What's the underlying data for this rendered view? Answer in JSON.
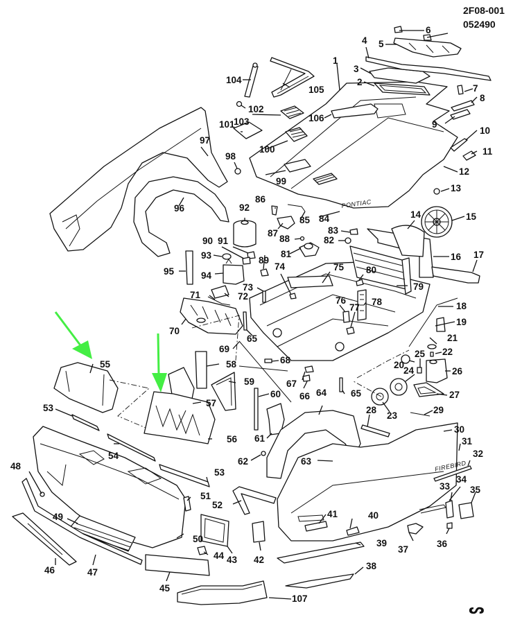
{
  "header": {
    "illustration_code": "2F08-001",
    "date_code": "052490"
  },
  "emblems": {
    "hood_script": "PONTIAC",
    "fender_script": "FIREBIRD"
  },
  "footer_logo": "ᔕ",
  "annotation_colors": {
    "arrow": "#44ee44",
    "linework": "#111111",
    "background": "#ffffff"
  },
  "annotations": [
    {
      "type": "arrow",
      "color": "green",
      "points_to": "55"
    },
    {
      "type": "arrow",
      "color": "green",
      "points_to": "56"
    }
  ],
  "callouts": {
    "c1": "1",
    "c2": "2",
    "c3": "3",
    "c4": "4",
    "c5": "5",
    "c6": "6",
    "c7": "7",
    "c8": "8",
    "c9": "9",
    "c10": "10",
    "c11": "11",
    "c12": "12",
    "c13": "13",
    "c14": "14",
    "c15": "15",
    "c16": "16",
    "c17": "17",
    "c18": "18",
    "c19": "19",
    "c20": "20",
    "c21": "21",
    "c22": "22",
    "c23": "23",
    "c24": "24",
    "c25": "25",
    "c26": "26",
    "c27": "27",
    "c28": "28",
    "c29": "29",
    "c30": "30",
    "c31": "31",
    "c32": "32",
    "c33": "33",
    "c34": "34",
    "c35": "35",
    "c36": "36",
    "c37": "37",
    "c38": "38",
    "c39": "39",
    "c40": "40",
    "c41": "41",
    "c42": "42",
    "c43": "43",
    "c44": "44",
    "c45": "45",
    "c46": "46",
    "c47": "47",
    "c48": "48",
    "c49": "49",
    "c50": "50",
    "c51": "51",
    "c52": "52",
    "c53a": "53",
    "c53b": "53",
    "c54": "54",
    "c55": "55",
    "c56": "56",
    "c57": "57",
    "c58": "58",
    "c59": "59",
    "c60": "60",
    "c61": "61",
    "c62": "62",
    "c63": "63",
    "c64": "64",
    "c65a": "65",
    "c65b": "65",
    "c66": "66",
    "c67": "67",
    "c68": "68",
    "c69": "69",
    "c70": "70",
    "c71": "71",
    "c72": "72",
    "c73": "73",
    "c74": "74",
    "c75": "75",
    "c76": "76",
    "c77": "77",
    "c78": "78",
    "c79": "79",
    "c80": "80",
    "c81": "81",
    "c82": "82",
    "c83": "83",
    "c84": "84",
    "c85": "85",
    "c86": "86",
    "c87": "87",
    "c88": "88",
    "c89": "89",
    "c90": "90",
    "c91": "91",
    "c92": "92",
    "c93": "93",
    "c94": "94",
    "c95": "95",
    "c96": "96",
    "c97": "97",
    "c98": "98",
    "c99": "99",
    "c100": "100",
    "c101": "101",
    "c102": "102",
    "c103": "103",
    "c104": "104",
    "c105": "105",
    "c106": "106",
    "c107": "107"
  }
}
